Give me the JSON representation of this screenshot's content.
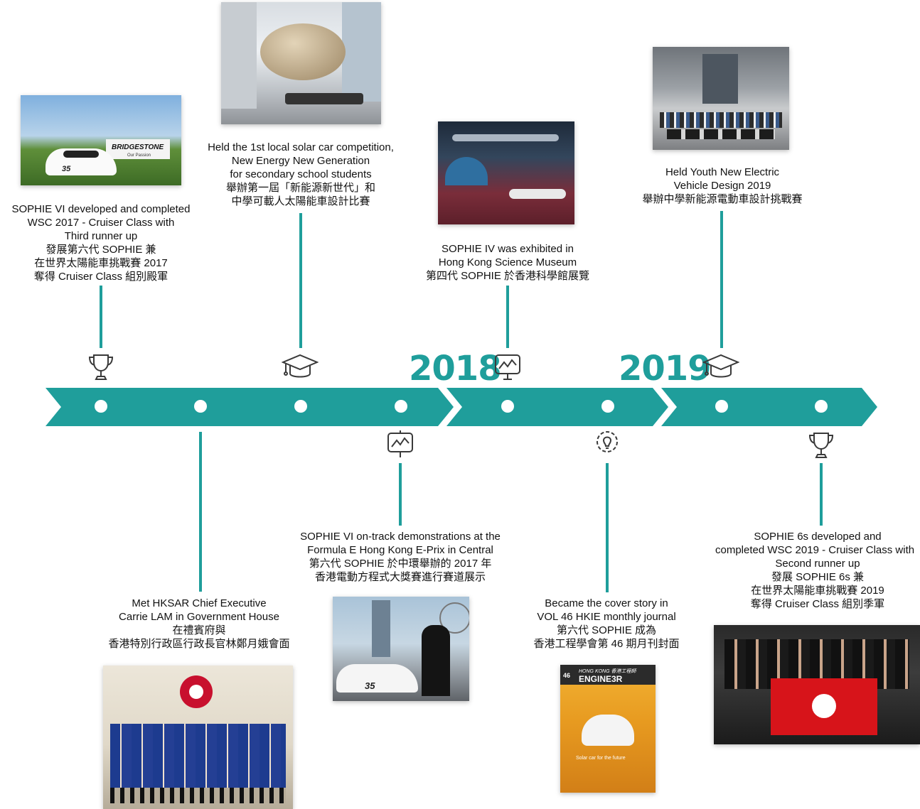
{
  "years": {
    "y2018": "2018",
    "y2019": "2019"
  },
  "colors": {
    "accent": "#1f9e9b",
    "text": "#111111",
    "background": "#ffffff"
  },
  "events": {
    "wsc2017": {
      "lines": [
        "SOPHIE VI developed and completed",
        "WSC 2017 - Cruiser Class with",
        "Third runner up",
        "發展第六代 SOPHIE 兼",
        "在世界太陽能車挑戰賽 2017",
        "奪得 Cruiser Class 組別殿軍"
      ],
      "icon": "trophy-icon"
    },
    "hksar": {
      "lines": [
        "Met HKSAR Chief Executive",
        "Carrie LAM in Government House",
        "在禮賓府與",
        "香港特別行政區行政長官林鄭月娥會面"
      ],
      "icon": "none"
    },
    "competition": {
      "lines": [
        "Held the 1st local solar car competition,",
        "New Energy New Generation",
        "for secondary school students",
        "舉辦第一屆「新能源新世代」和",
        "中學可載人太陽能車設計比賽"
      ],
      "icon": "graduation-cap-icon"
    },
    "eprix": {
      "lines": [
        "SOPHIE VI on-track demonstrations at the",
        "Formula E Hong Kong E-Prix in Central",
        "第六代 SOPHIE 於中環舉辦的 2017 年",
        "香港電動方程式大獎賽進行賽道展示"
      ],
      "icon": "presentation-icon"
    },
    "museum": {
      "lines": [
        "SOPHIE IV was exhibited in",
        "Hong Kong Science Museum",
        "第四代 SOPHIE 於香港科學館展覽"
      ],
      "icon": "presentation-icon"
    },
    "hkie": {
      "lines": [
        "Became the cover story in",
        "VOL 46 HKIE monthly journal",
        "第六代 SOPHIE 成為",
        "香港工程學會第 46 期月刊封面"
      ],
      "icon": "lightbulb-gear-icon"
    },
    "youth": {
      "lines": [
        "Held Youth New Electric",
        "Vehicle Design 2019",
        "舉辦中學新能源電動車設計挑戰賽"
      ],
      "icon": "graduation-cap-icon"
    },
    "wsc2019": {
      "lines": [
        "SOPHIE 6s developed and",
        "completed WSC 2019 - Cruiser Class with",
        "Second runner up",
        "發展 SOPHIE 6s 兼",
        "在世界太陽能車挑戰賽 2019",
        "奪得 Cruiser Class 組別季軍"
      ],
      "icon": "trophy-icon"
    }
  },
  "photos": {
    "wsc2017": "BRIDGESTONE",
    "wsc2017_sub": "Our Passion",
    "car_number": "35",
    "journal_vol": "46",
    "journal_header": "HONG KONG 香港工程師",
    "journal_title": "ENGINE3R",
    "journal_tagline": "Solar car for the future"
  }
}
